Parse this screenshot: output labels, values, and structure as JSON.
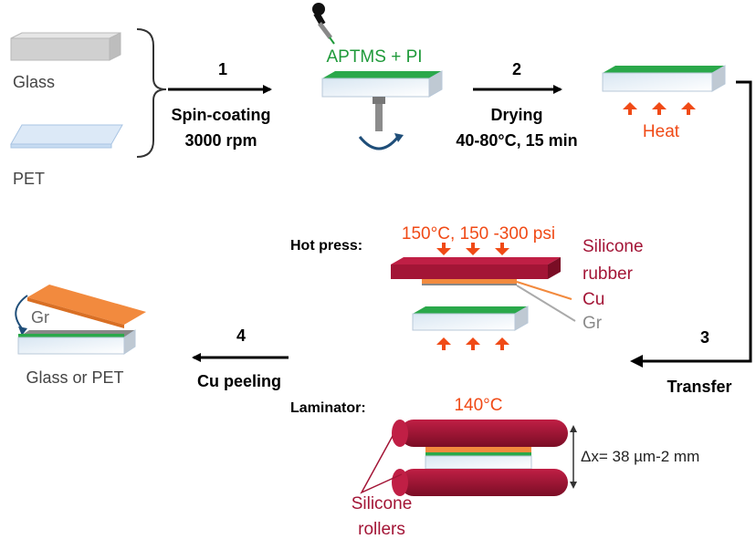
{
  "substrates": {
    "glass": "Glass",
    "pet": "PET"
  },
  "steps": [
    {
      "number": "1",
      "label": "Spin-coating",
      "detail": "3000 rpm"
    },
    {
      "number": "2",
      "label": "Drying",
      "detail": "40-80°C, 15 min"
    },
    {
      "number": "3",
      "label": "Transfer"
    },
    {
      "number": "4",
      "label": "Cu peeling"
    }
  ],
  "coating_label": "APTMS + PI",
  "heat_label": "Heat",
  "hot_press": {
    "title": "Hot press:",
    "conditions": "150°C, 150 -300 psi",
    "silicone_rubber": [
      "Silicone",
      "rubber"
    ],
    "cu": "Cu",
    "gr": "Gr"
  },
  "laminator": {
    "title": "Laminator:",
    "temperature": "140°C",
    "gap": "Δx= 38 µm-2 mm",
    "rollers": [
      "Silicone",
      "rollers"
    ]
  },
  "result": {
    "gr": "Gr",
    "substrate": "Glass or PET"
  },
  "colors": {
    "green": "#1f9a3a",
    "orange_text": "#f04a16",
    "maroon": "#a31536",
    "orange_cu": "#f28a3e",
    "black": "#000000",
    "grey": "#8a8a8a"
  }
}
